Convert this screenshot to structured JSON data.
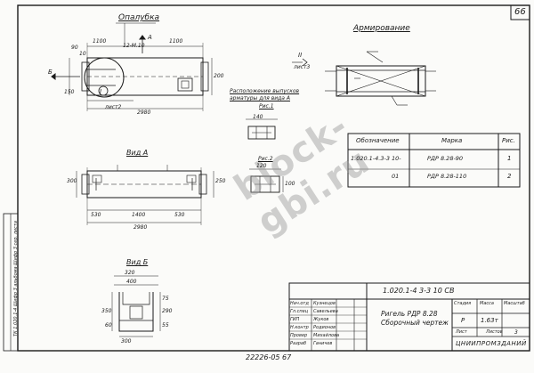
{
  "sheet": {
    "page_number": "66",
    "title_left": "Опалубка",
    "title_right": "Армирование",
    "section_2": "II",
    "sheet_ref_3": "лист3",
    "sheet_ref_2": "лист2",
    "note_lifting": "Расположение выпусков арматуры для вида А",
    "rev_1": "Рис.1",
    "rev_2": "Рис.2",
    "view_a": "Вид А",
    "view_b": "Вид Б",
    "arrow_a": "А",
    "arrow_b": "Б",
    "mark_i": "I",
    "lbl_m10": "12-М.10",
    "watermark": "block-gbi.ru",
    "bottom_code": "22226-05 67",
    "side_text": "ТК 1.020.1-4 Шифр 3 альбома Шифр 3 сер. листа",
    "dims": {
      "d1100": "1100",
      "d200": "200",
      "d90": "90",
      "d10": "10",
      "d300": "300",
      "d250": "250",
      "d290": "290",
      "d150": "150",
      "d120": "120",
      "d75": "75",
      "d100": "100",
      "d530": "530",
      "d1400": "1400",
      "d2980": "2980",
      "d320": "320",
      "d400": "400",
      "d350": "350",
      "d300b": "300",
      "d60": "60",
      "d55": "55",
      "d140": "140"
    }
  },
  "table": {
    "headers": [
      "Обозначение",
      "Марка",
      "Рис."
    ],
    "rows": [
      [
        "1.020.1-4.3-3 10-",
        "РДР 8.28-90",
        "1"
      ],
      [
        "01",
        "РДР 8.28-110",
        "2"
      ]
    ]
  },
  "title_block": {
    "doc_code": "1.020.1-4   3-3  10 СВ",
    "name_line1": "Ригель РДР 8.28",
    "name_line2": "Сборочный чертеж",
    "stage_h": "Стадия",
    "mass_h": "Масса",
    "scale_h": "Масштаб",
    "stage": "Р",
    "mass": "1.63т",
    "sheet_h": "Лист",
    "sheets_h": "Листов",
    "sheets": "3",
    "org": "ЦНИИПРОМЗДАНИЙ",
    "roles": [
      "Нач.отд",
      "Гл.спец",
      "ГИП",
      "Н.контр",
      "Провер",
      "Разраб"
    ],
    "names": [
      "Кузнецов",
      "Савельева",
      "Жуков",
      "Родионов",
      "Михайлова",
      "Ганичев"
    ]
  }
}
